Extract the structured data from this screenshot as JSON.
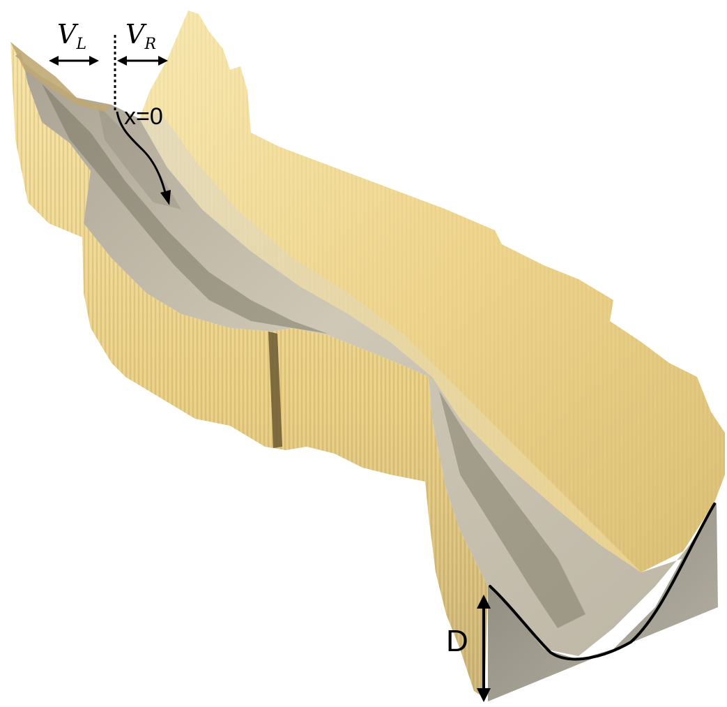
{
  "labels": {
    "v_left": {
      "main": "V",
      "sub": "L"
    },
    "v_right": {
      "main": "V",
      "sub": "R"
    },
    "x_origin": "x=0",
    "depth": "D"
  },
  "colors": {
    "wall_light": "#f3d990",
    "wall_mid": "#d8bd6e",
    "wall_dark": "#6f5f3c",
    "floor_light": "#d9d3c4",
    "floor_mid": "#aaa496",
    "floor_dark": "#6e6a60",
    "cross_section": "#9a958a",
    "annotation": "#000000"
  }
}
